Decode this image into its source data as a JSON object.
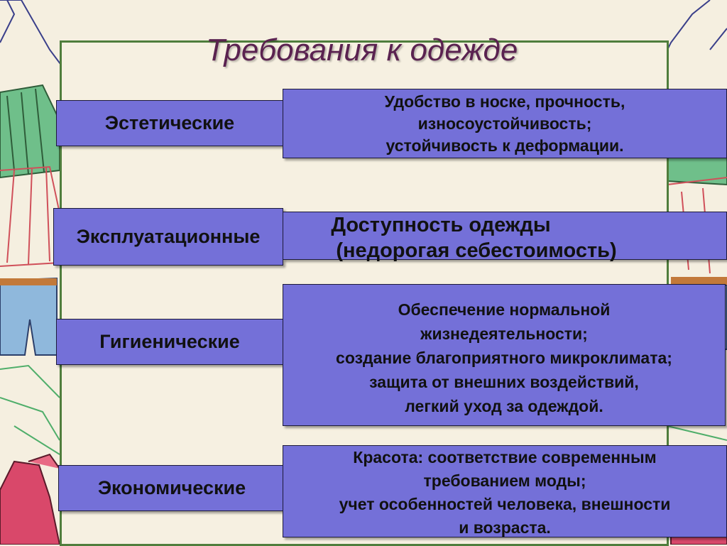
{
  "slide": {
    "title": "Требования к одежде"
  },
  "categories": [
    {
      "label": "Эстетические"
    },
    {
      "label": "Эксплуатационные"
    },
    {
      "label": "Гигиенические"
    },
    {
      "label": "Экономические"
    }
  ],
  "descriptions": [
    {
      "lines": [
        "Удобство в носке, прочность,",
        "износоустойчивость;",
        "устойчивость к деформации."
      ]
    },
    {
      "lines": [
        "Доступность одежды",
        "(недорогая себестоимость)"
      ]
    },
    {
      "lines": [
        "Обеспечение нормальной",
        "жизнедеятельности;",
        "создание благоприятного  микроклимата;",
        "защита от внешних воздействий,",
        "легкий уход за одеждой."
      ]
    },
    {
      "lines": [
        "Красота: соответствие  современным",
        "требованием моды;",
        "учет особенностей человека,  внешности",
        "и возраста."
      ]
    }
  ],
  "colors": {
    "box_fill": "#7470d8",
    "frame": "#4f7d3c",
    "title": "#5a2250",
    "background": "#f5efe0"
  }
}
